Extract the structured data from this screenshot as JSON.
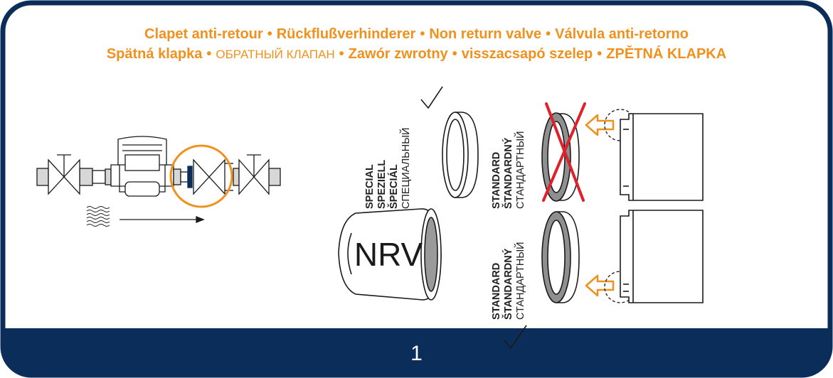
{
  "header": {
    "line1": [
      "Clapet anti-retour",
      "Rückflußverhinderer",
      "Non return valve",
      "Válvula anti-retorno"
    ],
    "line2": [
      "Spätná klapka",
      "ОБРАТНЫЙ КЛАПАН",
      "Zawór zwrotny",
      "visszacsapó szelep",
      "ZPĚTNÁ KLAPKA"
    ],
    "separator": "•"
  },
  "labels": {
    "special": [
      "SPECIAL",
      "SPEZIELL",
      "ŠPECIÁL",
      "СПЕЦИАЛЬНЫЙ"
    ],
    "standard_top": [
      "STANDARD",
      "ŠTANDARDNÝ",
      "СТАНДАРТНЫЙ"
    ],
    "standard_bottom": [
      "STANDARD",
      "ŠTANDARDNÝ",
      "СТАНДАРТНЫЙ"
    ],
    "nrv": "NRV"
  },
  "footer": {
    "step": "1"
  },
  "colors": {
    "accent": "#f0911e",
    "navy": "#0b2d5a",
    "cross": "#e0202a",
    "line": "#1a1a1a"
  },
  "icons": [
    "check-icon",
    "cross-icon",
    "arrow-left-icon",
    "flow-waves-icon"
  ]
}
